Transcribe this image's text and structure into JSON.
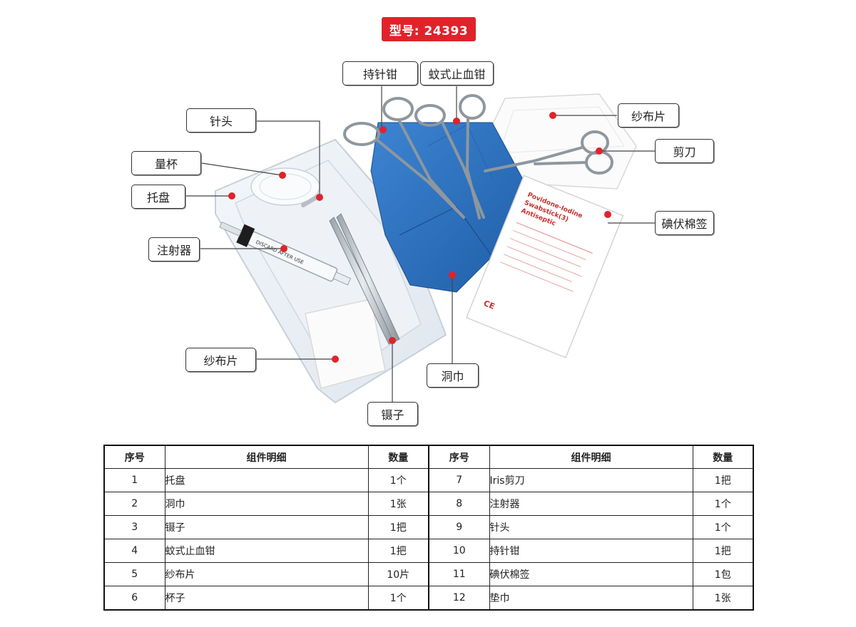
{
  "model": {
    "label": "型号: 24393"
  },
  "callouts": {
    "needle_holder": "持针钳",
    "mosquito_forceps": "蚊式止血钳",
    "needle": "针头",
    "gauze_top": "纱布片",
    "measuring_cup": "量杯",
    "scissors": "剪刀",
    "tray": "托盘",
    "swabsticks": "碘伏棉签",
    "syringe": "注射器",
    "gauze_bottom": "纱布片",
    "drape": "洞巾",
    "tweezers": "镊子"
  },
  "package_text": {
    "line1": "Povidone-Iodine",
    "line2": "Swabstick(3)",
    "line3": "Antiseptic",
    "ce": "CE"
  },
  "syringe_text": "DISCARD AFTER USE",
  "table": {
    "headers": [
      "序号",
      "组件明细",
      "数量",
      "序号",
      "组件明细",
      "数量"
    ],
    "rows": [
      [
        "1",
        "托盘",
        "1个",
        "7",
        "Iris剪刀",
        "1把"
      ],
      [
        "2",
        "洞巾",
        "1张",
        "8",
        "注射器",
        "1个"
      ],
      [
        "3",
        "镊子",
        "1把",
        "9",
        "针头",
        "1个"
      ],
      [
        "4",
        "蚊式止血钳",
        "1把",
        "10",
        "持针钳",
        "1把"
      ],
      [
        "5",
        "纱布片",
        "10片",
        "11",
        "碘伏棉签",
        "1包"
      ],
      [
        "6",
        "杯子",
        "1个",
        "12",
        "垫巾",
        "1张"
      ]
    ]
  },
  "colors": {
    "accent": "#e0232b",
    "drape": "#2f74c0",
    "dot": "#e0232b"
  }
}
